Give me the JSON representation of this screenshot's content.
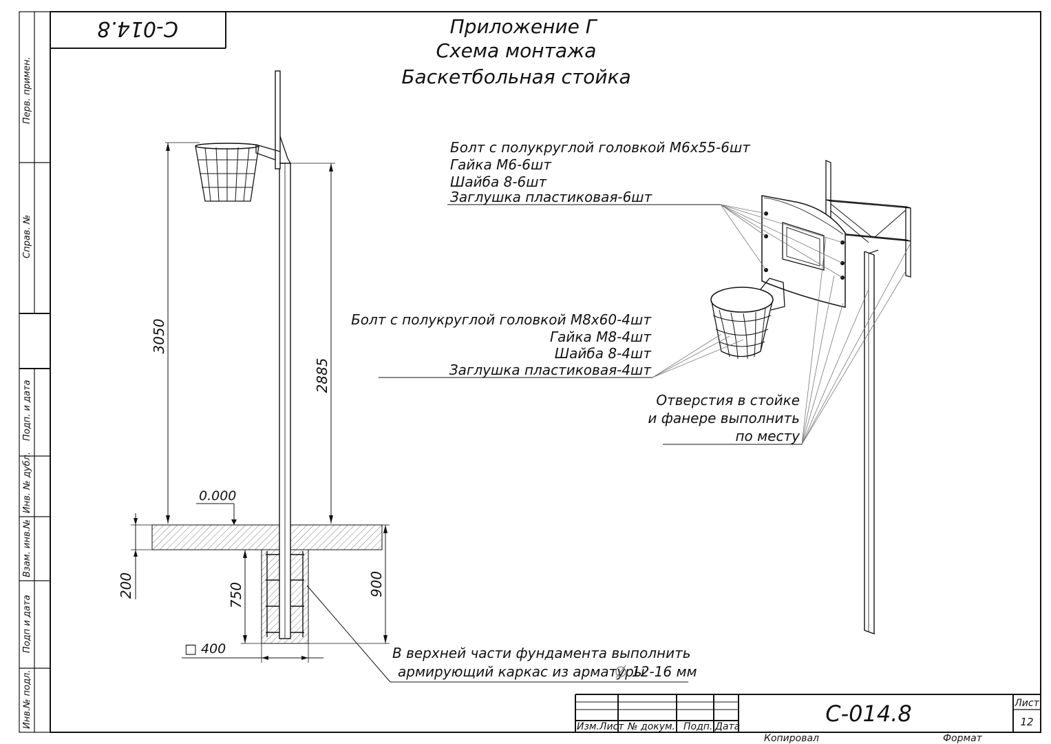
{
  "header": {
    "title_line1": "Приложение Г",
    "title_line2": "Схема монтажа",
    "title_line3": "Баскетбольная стойка",
    "code_mirrored": "С-014.8"
  },
  "side_stamp": {
    "perv_primenenie": "Перв. примен.",
    "sprav_no": "Справ. №",
    "podp_i_data_1": "Подп. и дата",
    "inv_no_dubl": "Инв. № дубл.",
    "vzam_inv_no": "Взам. инв.№",
    "podp_i_data_2": "Подп и дата",
    "inv_no_podl": "Инв.№ подл."
  },
  "dimensions": {
    "h3050": "3050",
    "h2885": "2885",
    "level": "0.000",
    "d200": "200",
    "d750": "750",
    "d900": "900",
    "sq400": "□ 400"
  },
  "notes": {
    "backboard_fixings": [
      "Болт с полукруглой головкой М6х55-6шт",
      "Гайка М6-6шт",
      "Шайба 8-6шт",
      "Заглушка пластиковая-6шт"
    ],
    "ring_fixings": [
      "Болт с полукруглой головкой М8х60-4шт",
      "Гайка М8-4шт",
      "Шайба 8-4шт",
      "Заглушка пластиковая-4шт"
    ],
    "holes": [
      "Отверстия в стойке",
      "и фанере выполнить",
      "по месту"
    ],
    "foundation": [
      "В верхней части фундамента выполнить",
      "армирующий каркас из арматуры",
      "12-16 мм"
    ]
  },
  "title_block": {
    "col_izm_list": "Изм.Лист",
    "col_no_dokum": "№ докум.",
    "col_podp": "Подп.",
    "col_data": "Дата",
    "code": "С-014.8",
    "list_label": "Лист",
    "list_no": "12",
    "kopiroval": "Копировал",
    "format": "Формат"
  }
}
